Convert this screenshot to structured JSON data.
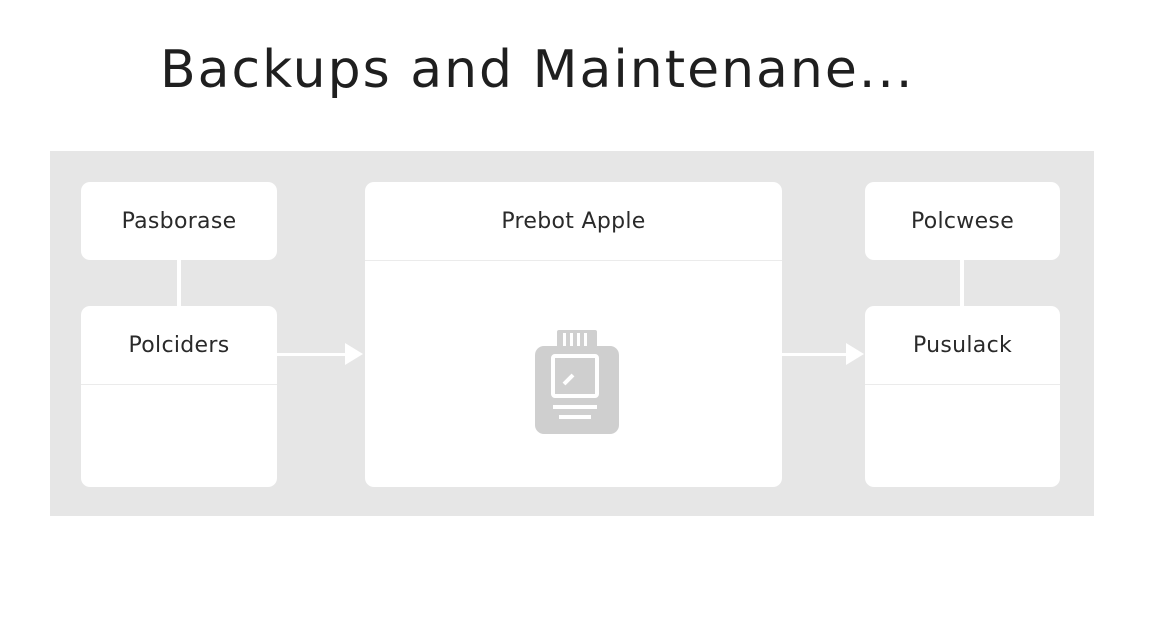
{
  "title": "Backups and Maintenane...",
  "diagram": {
    "left": {
      "top_box": "Pasborase",
      "bottom_box": "Polciders"
    },
    "center": {
      "header": "Prebot Apple",
      "icon": "sd-card-icon"
    },
    "right": {
      "top_box": "Polcwese",
      "bottom_box": "Pusulack"
    },
    "colors": {
      "panel": "#e6e6e6",
      "card": "#ffffff",
      "icon": "#cfcfcf"
    }
  }
}
